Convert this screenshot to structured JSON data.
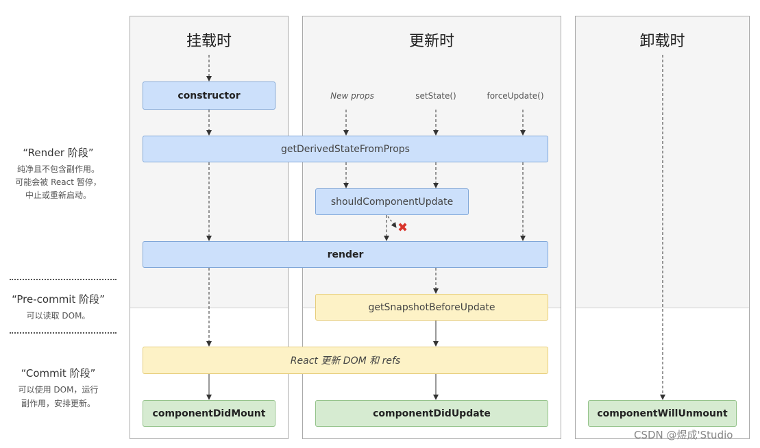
{
  "columns": {
    "mount_title": "挂载时",
    "update_title": "更新时",
    "unmount_title": "卸载时"
  },
  "phases": {
    "render_title": "“Render 阶段”",
    "render_desc": [
      "纯净且不包含副作用。",
      "可能会被 React 暂停，",
      "中止或重新启动。"
    ],
    "precommit_title": "“Pre-commit 阶段”",
    "precommit_desc": [
      "可以读取 DOM。"
    ],
    "commit_title": "“Commit 阶段”",
    "commit_desc": [
      "可以使用 DOM，运行",
      "副作用，安排更新。"
    ]
  },
  "triggers": {
    "new_props": "New props",
    "set_state": "setState()",
    "force_update": "forceUpdate()"
  },
  "nodes": {
    "constructor": "constructor",
    "get_derived_state": "getDerivedStateFromProps",
    "should_update": "shouldComponentUpdate",
    "render": "render",
    "get_snapshot": "getSnapshotBeforeUpdate",
    "react_update": "React 更新 DOM 和 refs",
    "did_mount": "componentDidMount",
    "did_update": "componentDidUpdate",
    "will_unmount": "componentWillUnmount"
  },
  "watermark": "CSDN @煜成'Studio",
  "colors": {
    "blue": "#cce0fb",
    "yellow": "#fdf2c6",
    "green": "#d6ebd1",
    "reject": "#d9352c"
  }
}
